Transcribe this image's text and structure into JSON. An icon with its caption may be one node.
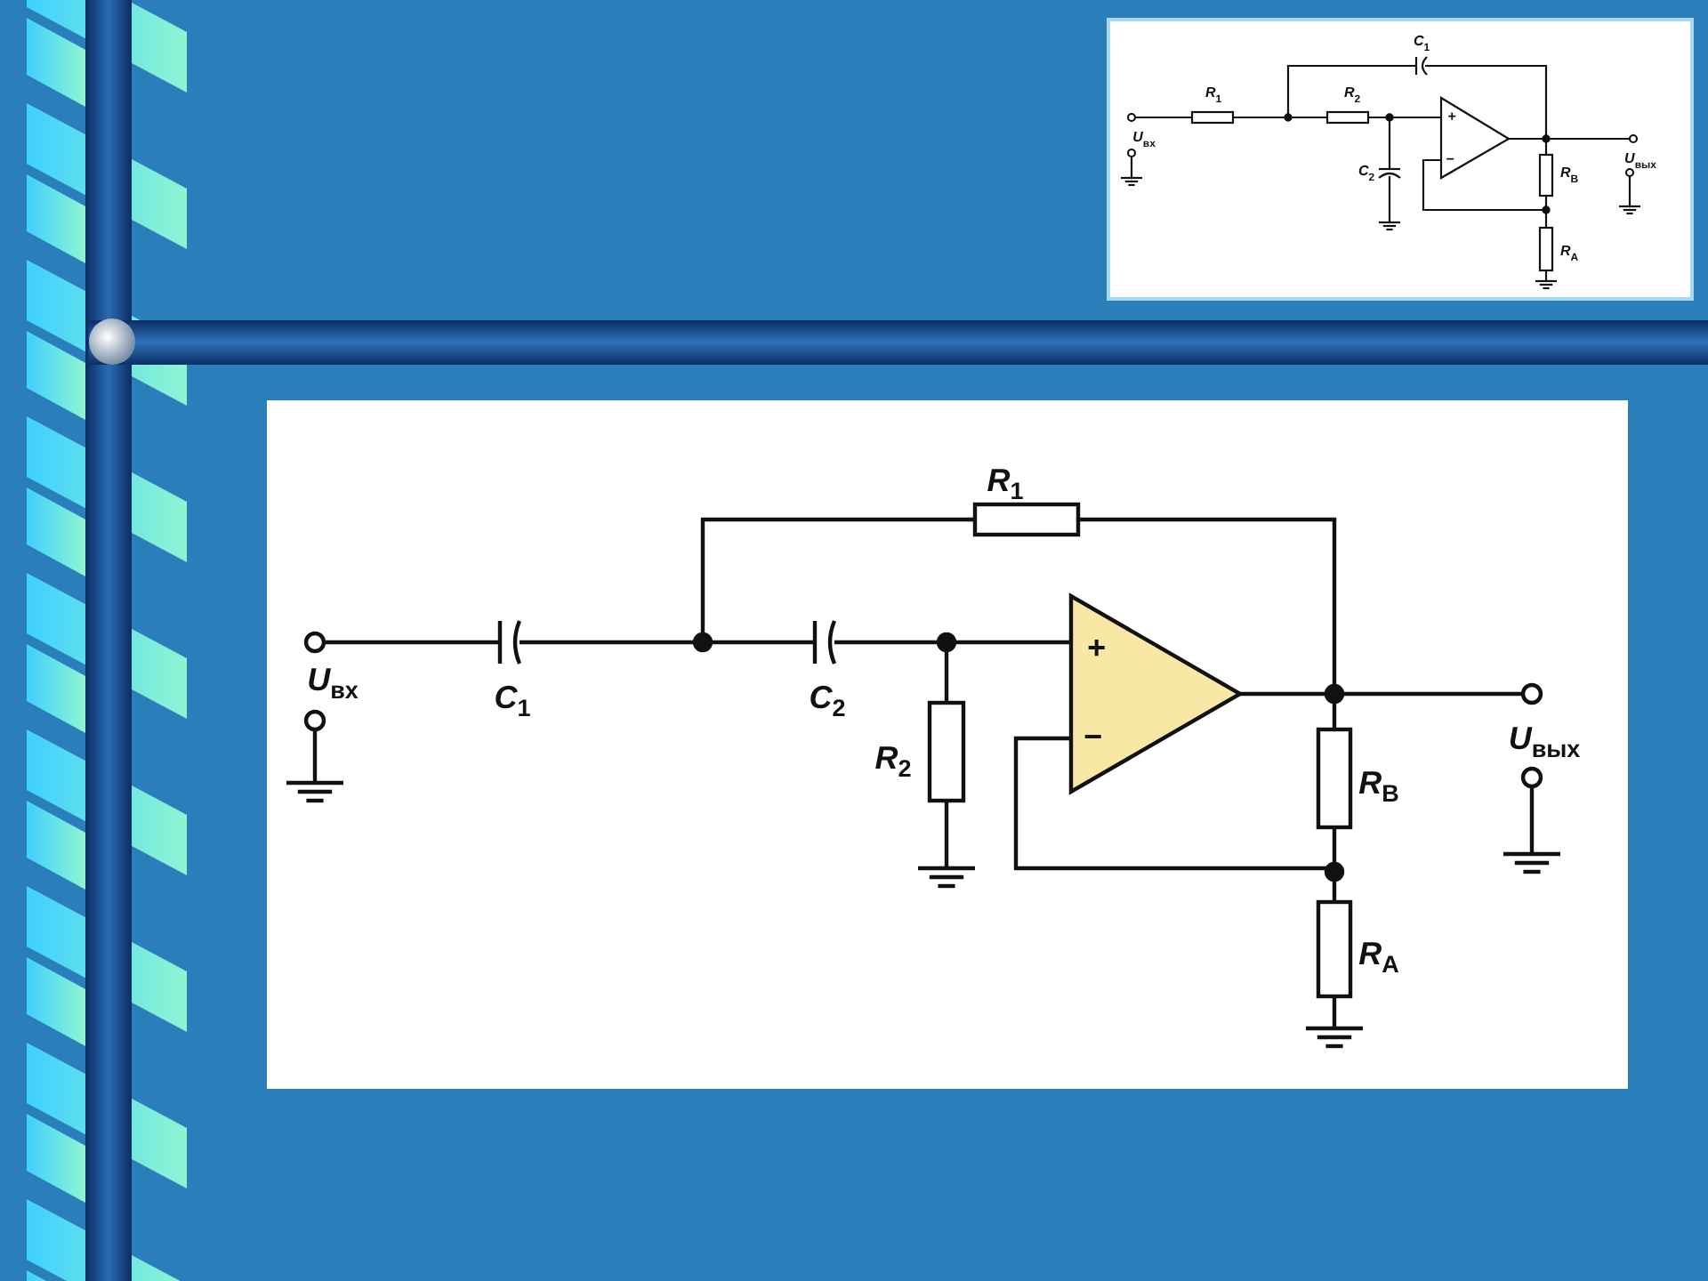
{
  "diagram": {
    "labels": [
      "C$_{1}$",
      "R$_{1}$",
      "R$_{2}$",
      "+",
      "U$_{вх}$",
      "C$_{2}$",
      "−",
      "R$_{B}$",
      "U$_{вых}$",
      "R$_{A}$",
      "R$_{1}$",
      "+",
      "U$_{вх}$",
      "C$_{1}$",
      "C$_{2}$",
      "R$_{2}$",
      "−",
      "R$_{B}$",
      "U$_{вых}$",
      "R$_{A}$"
    ]
  }
}
